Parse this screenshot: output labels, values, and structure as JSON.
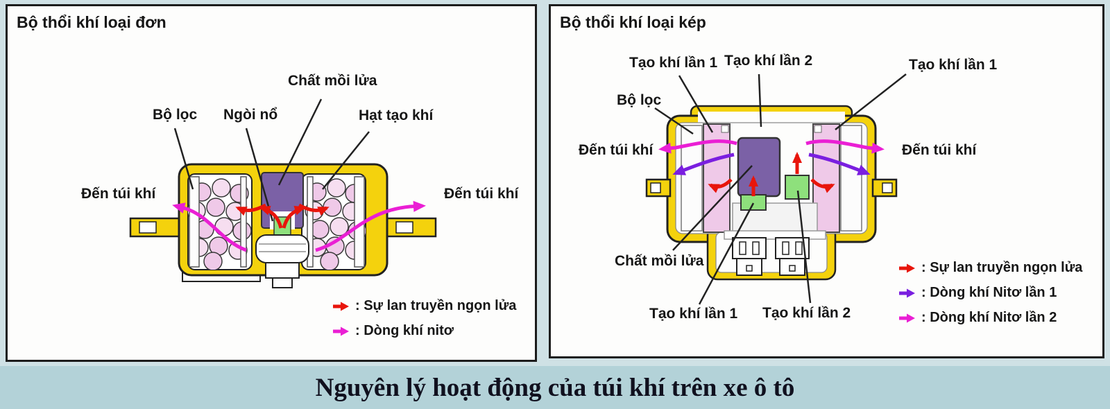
{
  "caption": "Nguyên lý hoạt động của túi khí trên xe ô tô",
  "colors": {
    "page_bg": "#cfe1e5",
    "caption_bg": "#b3d2d8",
    "panel_border": "#1c1c1c",
    "body_yellow": "#f4d20d",
    "igniter_purple": "#7b61a6",
    "generant_green": "#8ee07c",
    "pellet_pink": "#efc9e8",
    "red_arrow": "#e8150c",
    "magenta_arrow": "#ea1fd4",
    "purple_arrow": "#7a1fe0"
  },
  "left_panel": {
    "title": "Bộ thổi khí loại đơn",
    "labels": {
      "bo_loc": "Bộ lọc",
      "ngoi_no": "Ngòi nổ",
      "chat_moi_lua": "Chất mồi lửa",
      "hat_tao_khi": "Hạt tạo khí",
      "den_tui_khi_left": "Đến túi khí",
      "den_tui_khi_right": "Đến túi khí"
    },
    "legend": [
      {
        "icon": "red-arrow",
        "label": ": Sự lan truyền ngọn lửa"
      },
      {
        "icon": "magenta-arrow",
        "label": ": Dòng khí nitơ"
      }
    ]
  },
  "right_panel": {
    "title": "Bộ thổi khí loại kép",
    "labels": {
      "tao_khi_lan_1_top_left": "Tạo khí lần 1",
      "tao_khi_lan_2_top": "Tạo khí lần 2",
      "tao_khi_lan_1_top_right": "Tạo khí lần 1",
      "bo_loc": "Bộ lọc",
      "den_tui_khi_left": "Đến túi khí",
      "den_tui_khi_right": "Đến túi khí",
      "chat_moi_lua": "Chất mồi lửa",
      "tao_khi_lan_1_bottom": "Tạo khí lần 1",
      "tao_khi_lan_2_bottom": "Tạo khí lần 2"
    },
    "legend": [
      {
        "icon": "red-arrow",
        "label": ": Sự lan truyền ngọn lửa"
      },
      {
        "icon": "purple-arrow",
        "label": ": Dòng khí Nitơ lần 1"
      },
      {
        "icon": "magenta-arrow",
        "label": ": Dòng khí Nitơ lần 2"
      }
    ]
  }
}
